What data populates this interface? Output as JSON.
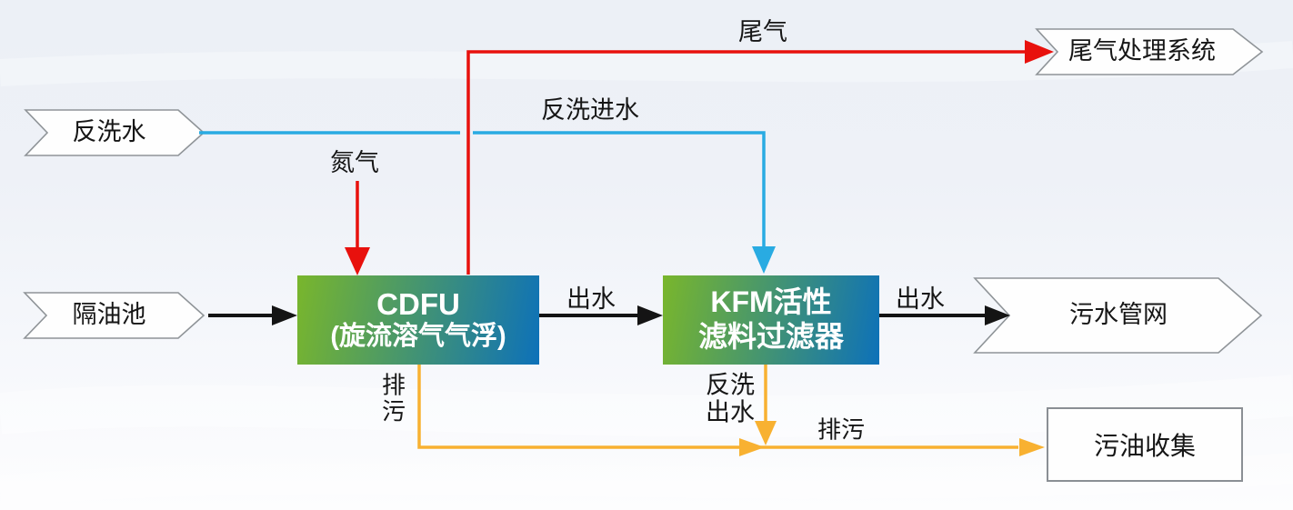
{
  "colors": {
    "red": "#e8110d",
    "blue": "#29abe2",
    "yellow": "#f8b131",
    "black": "#141414",
    "box_green": "#79b62c",
    "box_blue": "#0d71b9",
    "shape_fill": "#fefefe",
    "shape_border": "#8f9498"
  },
  "nodes": {
    "backwash_water": "反洗水",
    "oil_separator": "隔油池",
    "cdfu_title": "CDFU",
    "cdfu_subtitle": "(旋流溶气气浮)",
    "kfm_line1": "KFM活性",
    "kfm_line2": "滤料过滤器",
    "tail_gas_system": "尾气处理系统",
    "sewage_network": "污水管网",
    "oil_collection": "污油收集"
  },
  "labels": {
    "nitrogen": "氮气",
    "backwash_inlet": "反洗进水",
    "tail_gas": "尾气",
    "cdfu_outlet": "出水",
    "kfm_outlet": "出水",
    "cdfu_blowdown": "排污",
    "kfm_backwash_outlet": "反洗出水",
    "blowdown_to_collection": "排污"
  }
}
